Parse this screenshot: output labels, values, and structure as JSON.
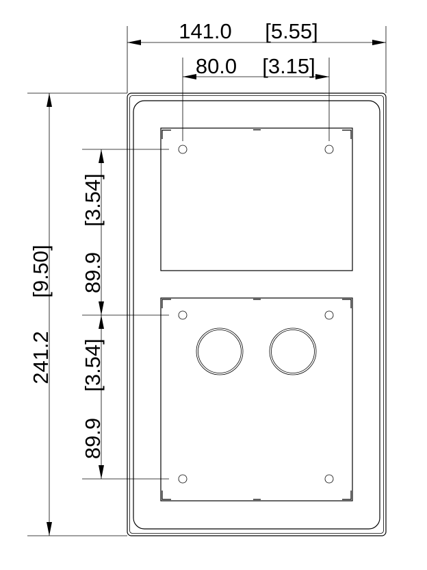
{
  "diagram": {
    "dimensions": {
      "overall_width": {
        "mm": "141.0",
        "in": "[5.55]"
      },
      "hole_spacing_width": {
        "mm": "80.0",
        "in": "[3.15]"
      },
      "overall_height": {
        "mm": "241.2",
        "in": "[9.50]"
      },
      "hole_spacing_upper": {
        "mm": "89.9",
        "in": "[3.54]"
      },
      "hole_spacing_lower": {
        "mm": "89.9",
        "in": "[3.54]"
      }
    },
    "line_color": "#000000",
    "background": "#ffffff"
  }
}
